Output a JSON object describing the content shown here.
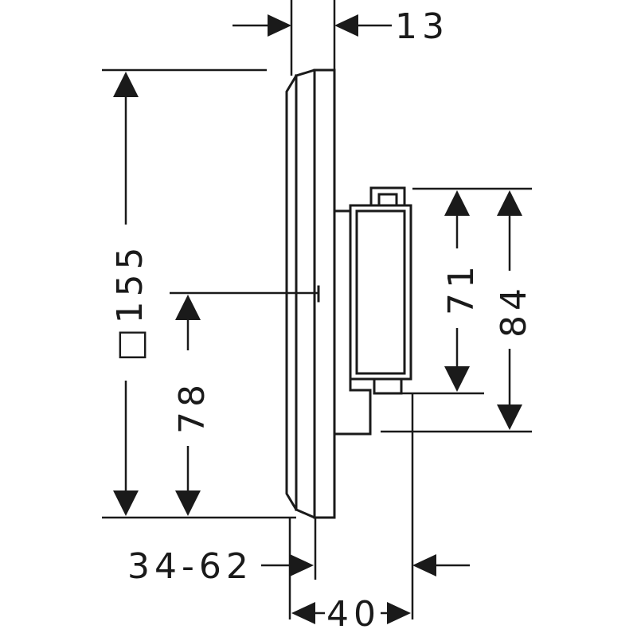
{
  "drawing": {
    "colors": {
      "line": "#1a1a1a",
      "background": "#ffffff"
    },
    "dimensions": {
      "top_depth": "13",
      "plate_size": "□155",
      "center_height": "78",
      "body_height_inner": "71",
      "body_height_outer": "84",
      "wall_depth_range": "34-62",
      "overall_depth": "40"
    }
  }
}
